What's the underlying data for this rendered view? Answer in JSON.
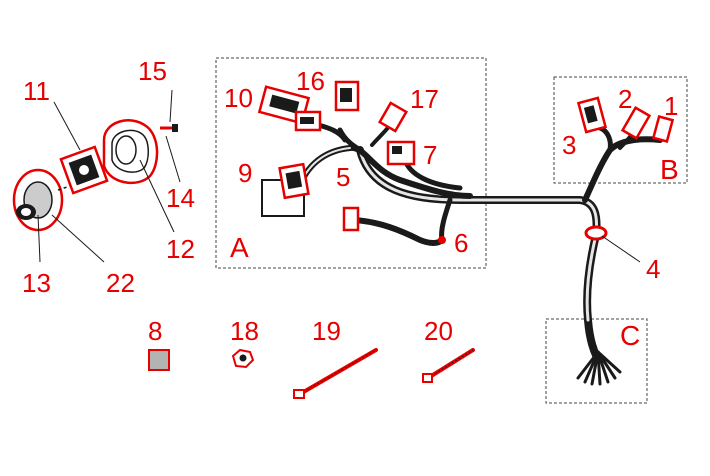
{
  "callouts": {
    "n1": "1",
    "n2": "2",
    "n3": "3",
    "n4": "4",
    "n5": "5",
    "n6": "6",
    "n7": "7",
    "n8": "8",
    "n9": "9",
    "n10": "10",
    "n11": "11",
    "n12": "12",
    "n13": "13",
    "n14": "14",
    "n15": "15",
    "n16": "16",
    "n17": "17",
    "n18": "18",
    "n19": "19",
    "n20": "20",
    "n22": "22"
  },
  "zones": {
    "a": "A",
    "b": "B",
    "c": "C"
  },
  "colors": {
    "callout": "#e60000",
    "harness": "#1a1a1a",
    "tube": "#d8d8d8",
    "box": "#444444",
    "swatch": "#b3b3b3"
  }
}
